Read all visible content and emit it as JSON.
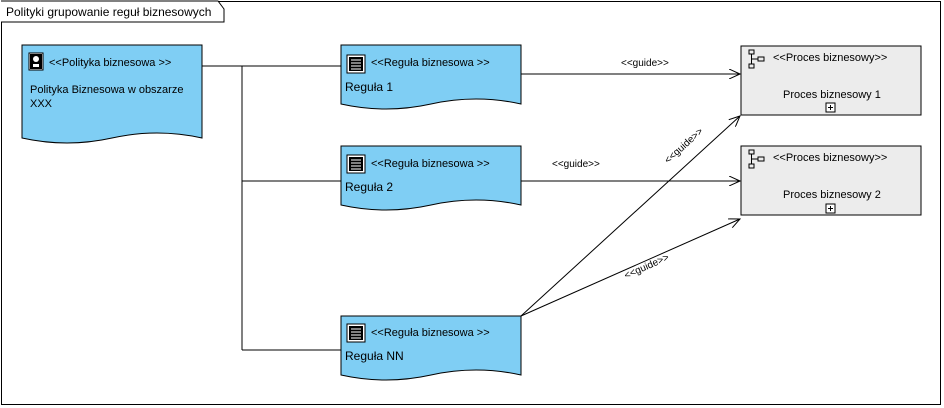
{
  "frame": {
    "title": "Polityki grupowanie reguł biznesowych"
  },
  "policy": {
    "stereotype": "<<Polityka biznesowa >>",
    "name_line1": "Polityka Biznesowa w obszarze",
    "name_line2": "XXX"
  },
  "rules": [
    {
      "stereotype": "<<Reguła biznesowa >>",
      "name": "Reguła 1"
    },
    {
      "stereotype": "<<Reguła biznesowa >>",
      "name": "Reguła 2"
    },
    {
      "stereotype": "<<Reguła biznesowa >>",
      "name": "Reguła NN"
    }
  ],
  "processes": [
    {
      "stereotype": "<<Proces biznesowy>>",
      "name": "Proces biznesowy 1"
    },
    {
      "stereotype": "<<Proces biznesowy>>",
      "name": "Proces biznesowy 2"
    }
  ],
  "connectors": {
    "guide_r1_p1": "<<guide>>",
    "guide_r2_p2": "<<guide>>",
    "guide_rnn_p1": "<<guide>>",
    "guide_rnn_p2": "<<guide>>"
  },
  "colors": {
    "document_fill": "#7fcef4",
    "process_fill": "#ececec",
    "stroke": "#000000"
  }
}
